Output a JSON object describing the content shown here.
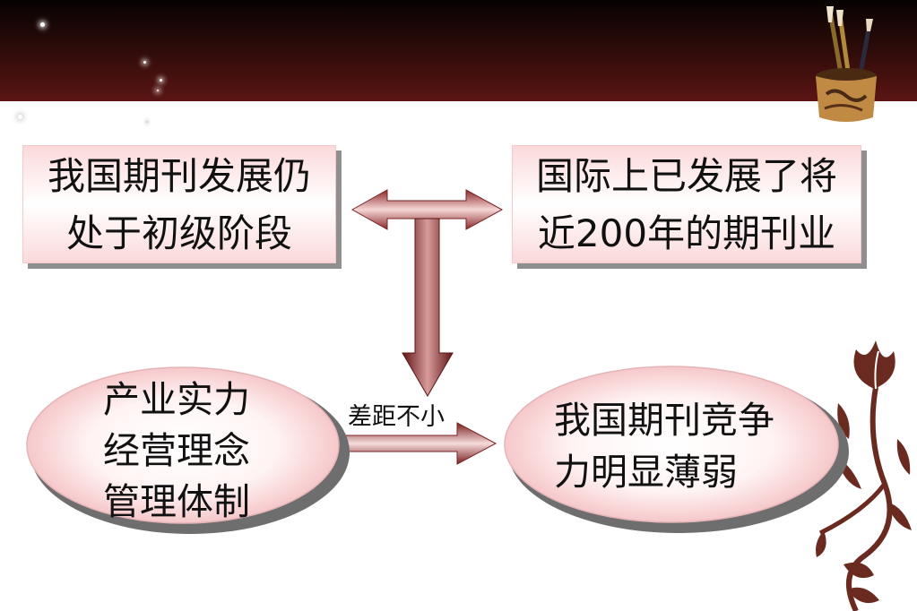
{
  "boxes": {
    "top_left": [
      "我国期刊发展仍",
      "处于初级阶段"
    ],
    "top_right": [
      "国际上已发展了将",
      "近200年的期刊业"
    ]
  },
  "ellipses": {
    "left": [
      "产业实力",
      "经营理念",
      "管理体制"
    ],
    "right": [
      "我国期刊竞争",
      "力明显薄弱"
    ]
  },
  "arrow_label": "差距不小",
  "colors": {
    "header_dark": "#060202",
    "header_red": "#5a1513",
    "arrow": "#7a2424",
    "box_pink": "#fbd9da",
    "flower": "#6a2a20"
  },
  "icons": [
    "star-icon",
    "brush-pot-icon",
    "flower-vine-icon"
  ]
}
